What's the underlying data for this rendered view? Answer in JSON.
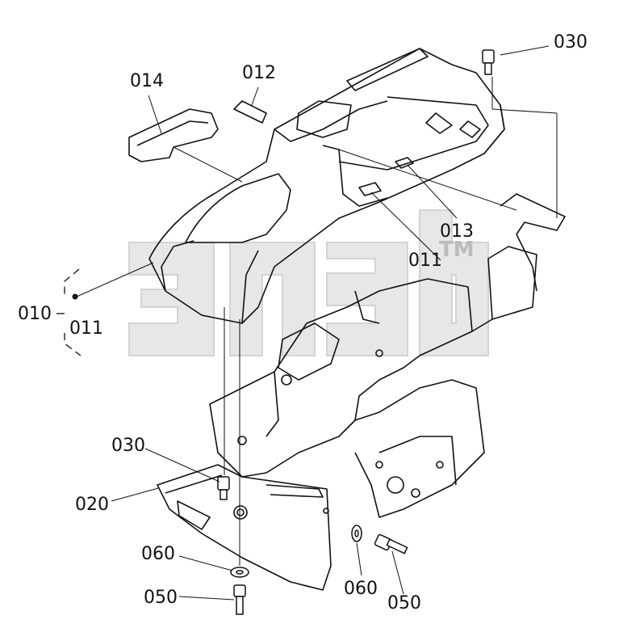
{
  "watermark": {
    "text": "эпаб",
    "trademark": "TM"
  },
  "callouts": {
    "c014": "014",
    "c012": "012",
    "c030_top": "030",
    "c013": "013",
    "c011_right": "011",
    "c010": "010",
    "c011_left": "011",
    "c030_mid": "030",
    "c020": "020",
    "c060_left": "060",
    "c050_left": "050",
    "c060_right": "060",
    "c050_right": "050"
  }
}
